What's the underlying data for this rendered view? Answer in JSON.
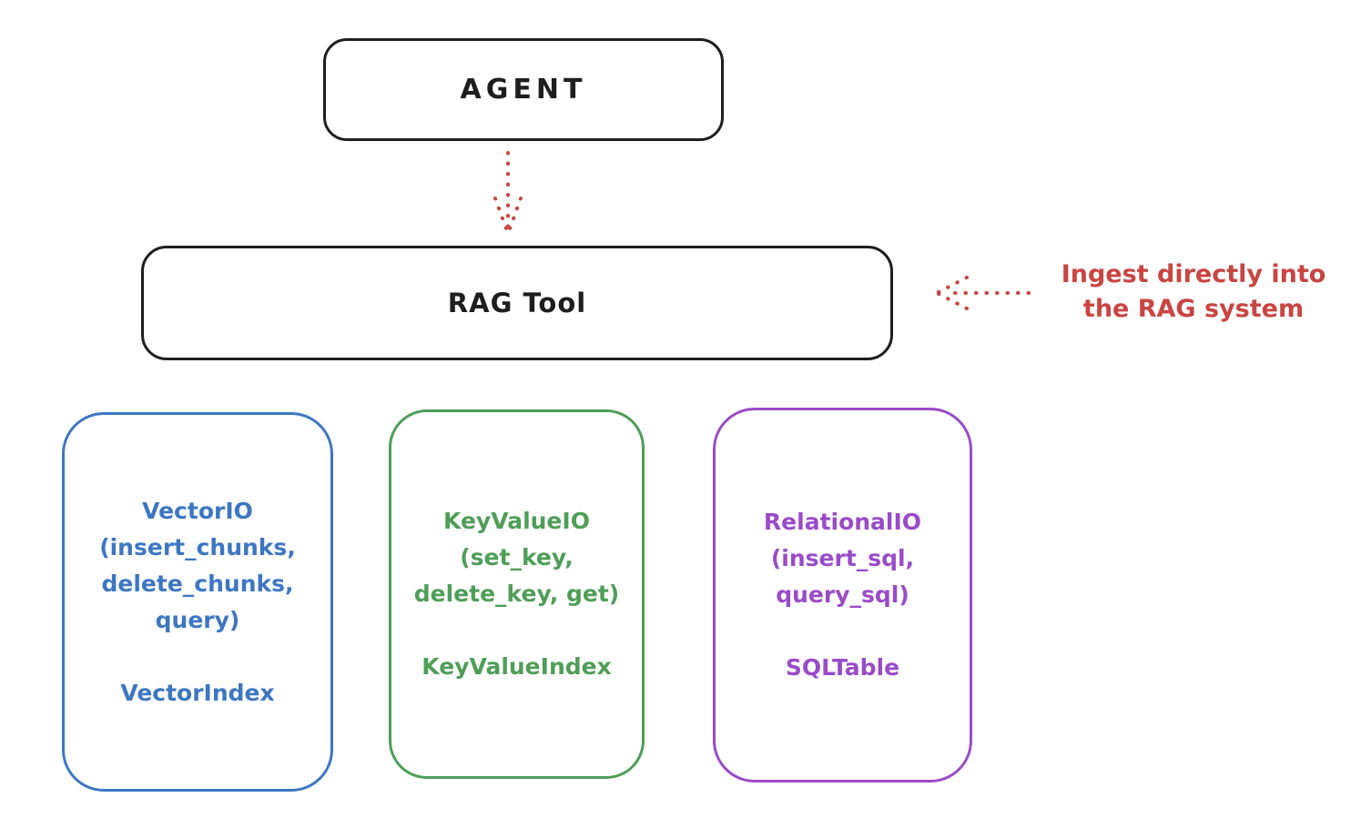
{
  "diagram": {
    "agent": {
      "label": "AGENT"
    },
    "rag_tool": {
      "label": "RAG Tool"
    },
    "annotation": {
      "text": "Ingest directly into\nthe RAG system",
      "color": "#c94542"
    },
    "arrows": [
      {
        "name": "agent-to-rag-tool",
        "style": "dotted",
        "direction": "down",
        "color": "#c94542"
      },
      {
        "name": "annotation-to-rag-tool",
        "style": "dotted",
        "direction": "left",
        "color": "#c94542"
      }
    ],
    "io_boxes": [
      {
        "title": "VectorIO\n(insert_chunks,\ndelete_chunks,\nquery)",
        "index": "VectorIndex",
        "color": "#3d77c2"
      },
      {
        "title": "KeyValueIO\n(set_key,\ndelete_key, get)",
        "index": "KeyValueIndex",
        "color": "#4f9e58"
      },
      {
        "title": "RelationalIO\n(insert_sql,\nquery_sql)",
        "index": "SQLTable",
        "color": "#9a4bc8"
      }
    ],
    "stroke_color": "#1e1e1e",
    "background_color": "#ffffff"
  }
}
